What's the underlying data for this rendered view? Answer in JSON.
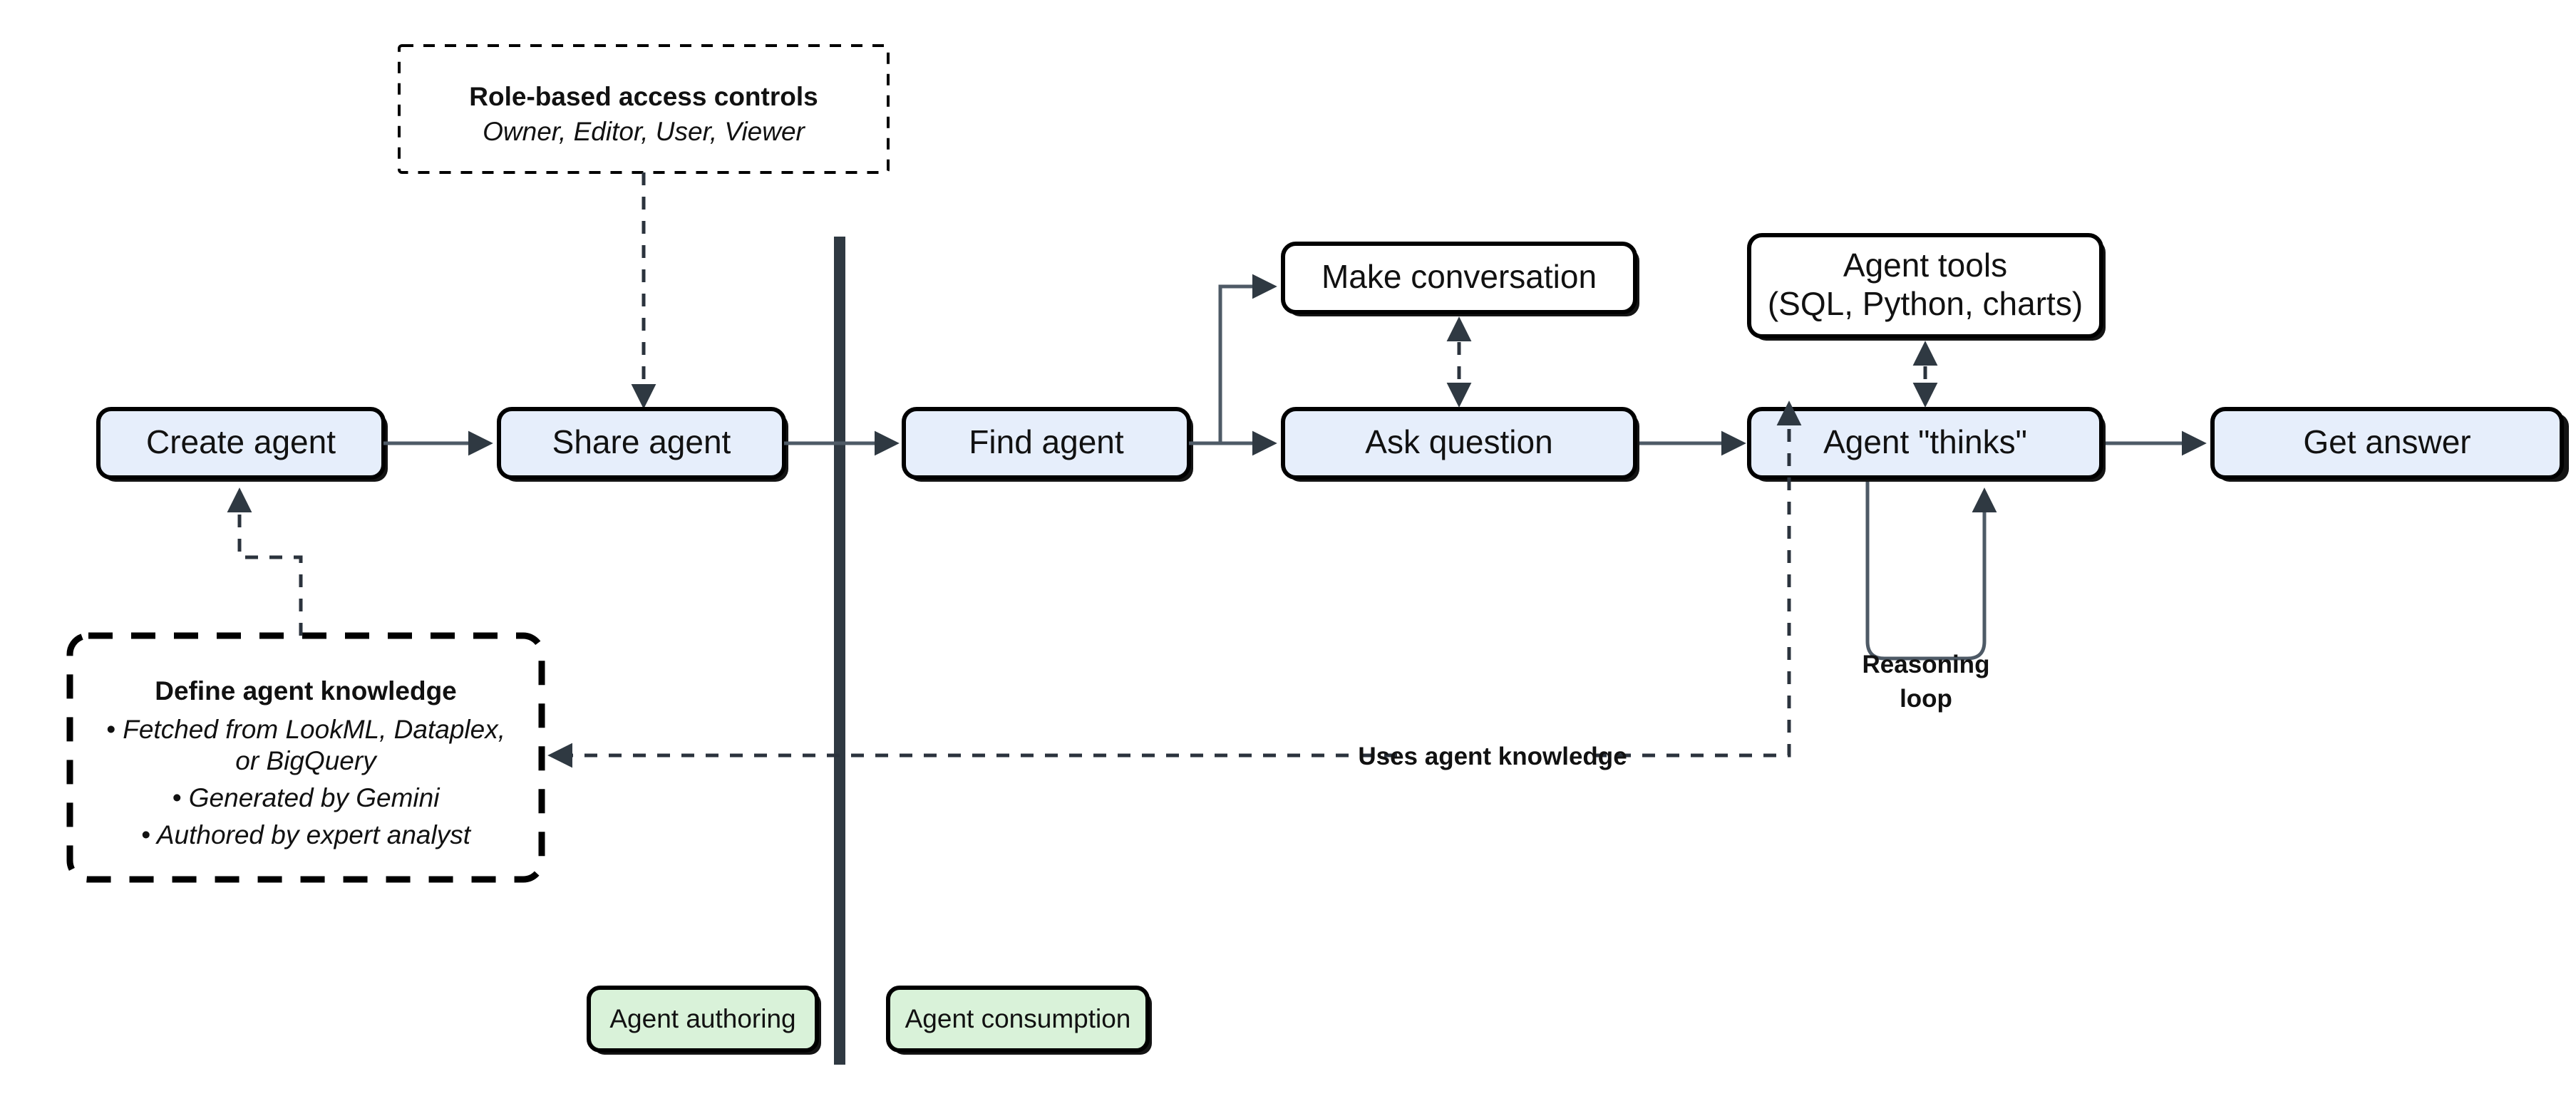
{
  "diagram": {
    "title_present": false,
    "colors": {
      "node_fill_blue": "#e6eefb",
      "node_fill_white": "#ffffff",
      "legend_fill_green": "#d9f2d9",
      "stroke": "#000000",
      "edge": "#4e5a66",
      "divider": "#2f3942",
      "background": "#ffffff"
    },
    "nodes": {
      "create_agent": "Create agent",
      "share_agent": "Share agent",
      "find_agent": "Find agent",
      "make_conversation": "Make conversation",
      "ask_question": "Ask question",
      "agent_tools_line1": "Agent tools",
      "agent_tools_line2": "(SQL, Python, charts)",
      "agent_thinks": "Agent \"thinks\"",
      "get_answer": "Get answer"
    },
    "notes": {
      "rbac": {
        "title": "Role-based access controls",
        "lines": [
          "Owner, Editor, User, Viewer"
        ]
      },
      "knowledge": {
        "title": "Define agent knowledge",
        "lines": [
          "• Fetched from LookML, Dataplex,",
          "or BigQuery",
          "• Generated by Gemini",
          "• Authored by expert analyst"
        ]
      }
    },
    "edge_labels": {
      "uses_agent_knowledge": "Uses agent knowledge",
      "reasoning_loop_line1": "Reasoning",
      "reasoning_loop_line2": "loop"
    },
    "legend": {
      "authoring": "Agent authoring",
      "consumption": "Agent consumption"
    }
  }
}
